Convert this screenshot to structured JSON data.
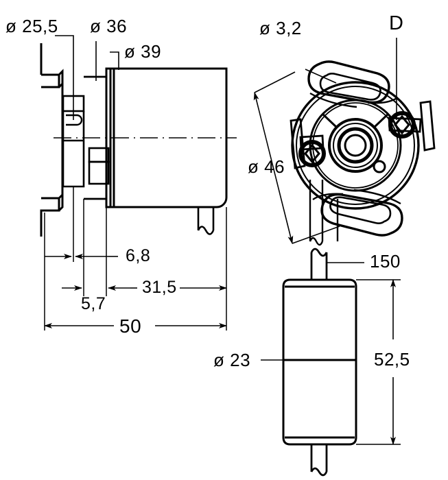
{
  "drawing": {
    "title": "Rotary encoder dimensional drawing",
    "units": "mm",
    "line_color": "#000000",
    "background_color": "#ffffff",
    "views": [
      {
        "name": "side-section-view",
        "position": "top-left"
      },
      {
        "name": "front-view",
        "position": "top-right"
      },
      {
        "name": "connector-view",
        "position": "bottom-right"
      }
    ]
  },
  "labels": {
    "dia_25_5": "ø 25,5",
    "dia_36": "ø 36",
    "dia_39": "ø 39",
    "dia_3_2": "ø 3,2",
    "letter_d": "D",
    "dia_46": "ø 46",
    "dim_6_8": "6,8",
    "dim_5_7": "5,7",
    "dim_31_5": "31,5",
    "dim_50": "50",
    "dim_150": "150",
    "dia_23": "ø 23",
    "dim_52_5": "52,5"
  },
  "dimensions": {
    "side_view": [
      {
        "name": "dia-25-5",
        "value": "ø 25,5",
        "type": "diameter"
      },
      {
        "name": "dia-36",
        "value": "ø 36",
        "type": "diameter"
      },
      {
        "name": "dia-39",
        "value": "ø 39",
        "type": "diameter"
      },
      {
        "name": "length-6-8",
        "value": "6,8",
        "type": "linear"
      },
      {
        "name": "length-5-7",
        "value": "5,7",
        "type": "linear"
      },
      {
        "name": "length-31-5",
        "value": "31,5",
        "type": "linear"
      },
      {
        "name": "length-50",
        "value": "50",
        "type": "linear"
      }
    ],
    "front_view": [
      {
        "name": "dia-3-2",
        "value": "ø 3,2",
        "type": "diameter"
      },
      {
        "name": "dia-46",
        "value": "ø 46",
        "type": "diameter"
      },
      {
        "name": "datum-d",
        "value": "D",
        "type": "datum"
      }
    ],
    "connector_view": [
      {
        "name": "length-150",
        "value": "150",
        "type": "linear"
      },
      {
        "name": "dia-23",
        "value": "ø 23",
        "type": "diameter"
      },
      {
        "name": "length-52-5",
        "value": "52,5",
        "type": "linear"
      }
    ]
  }
}
